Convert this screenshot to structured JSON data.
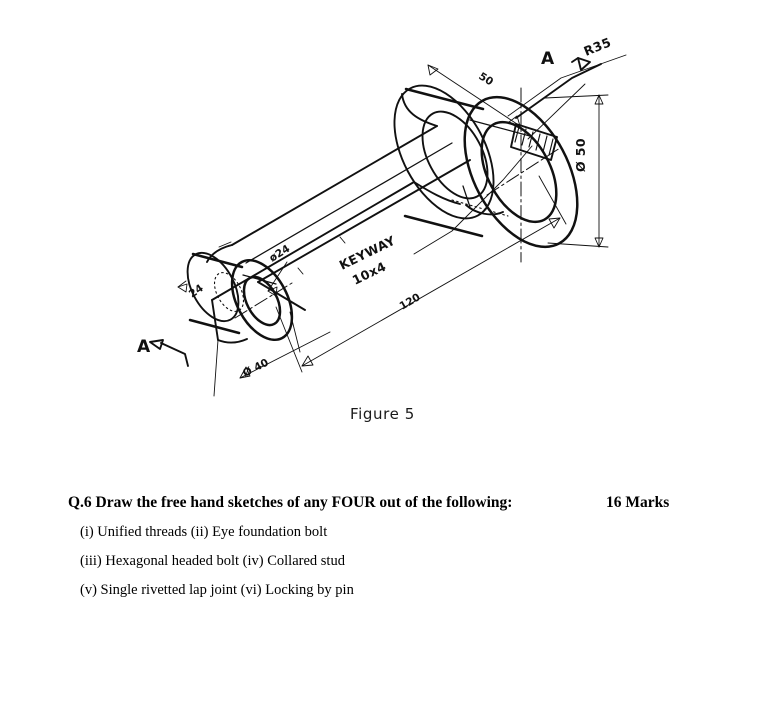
{
  "page": {
    "background_color": "#ffffff",
    "ink_color": "#111111"
  },
  "figure": {
    "caption": "Figure 5",
    "type": "isometric-engineering-drawing",
    "subject": "crank / connecting lever with two bosses",
    "annotations": [
      {
        "id": "section-arrow-top",
        "label": "A",
        "kind": "section-letter"
      },
      {
        "id": "fillet-radius",
        "label": "R35",
        "kind": "radius-dimension"
      },
      {
        "id": "big-bore-diameter",
        "label": "Ø 50",
        "kind": "diameter-dimension"
      },
      {
        "id": "big-boss-length",
        "label": "50",
        "kind": "length-dimension"
      },
      {
        "id": "keyway-note",
        "label": "KEYWAY",
        "kind": "note"
      },
      {
        "id": "keyway-size",
        "label": "10x4",
        "kind": "note"
      },
      {
        "id": "centre-distance",
        "label": "120",
        "kind": "length-dimension"
      },
      {
        "id": "small-bore-diameter",
        "label": "ø24",
        "kind": "diameter-dimension"
      },
      {
        "id": "small-boss-outer",
        "label": "Ø 40",
        "kind": "diameter-dimension"
      },
      {
        "id": "small-boss-length",
        "label": "24",
        "kind": "length-dimension"
      },
      {
        "id": "section-arrow-bottom",
        "label": "A",
        "kind": "section-letter"
      }
    ]
  },
  "question": {
    "number": "Q.6",
    "heading": "Q.6 Draw the free hand sketches of any FOUR out of the following:",
    "marks": "16 Marks",
    "items": [
      "(i) Unified threads (ii) Eye foundation bolt",
      "(iii) Hexagonal headed bolt (iv) Collared stud",
      "(v) Single rivetted lap joint (vi) Locking by pin"
    ]
  }
}
